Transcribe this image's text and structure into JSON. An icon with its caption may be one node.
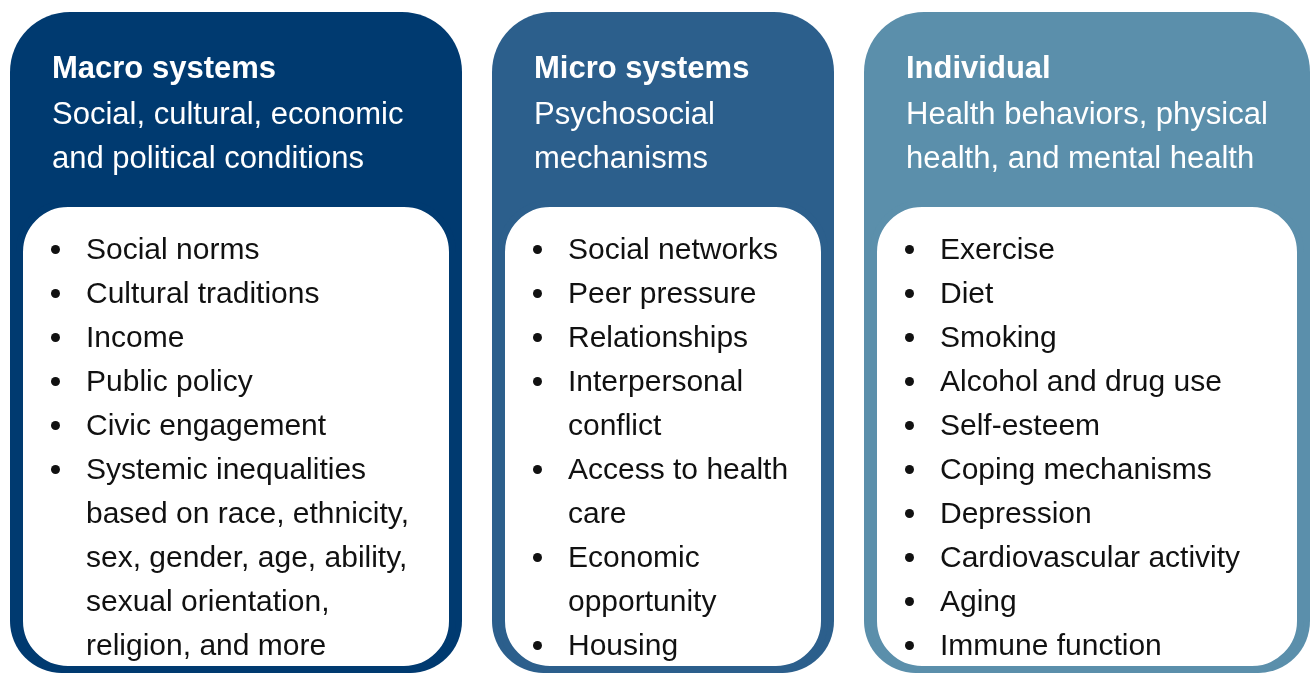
{
  "diagram": {
    "nodes": [
      {
        "text": [
          "Macro systems",
          "Social, cultural, economic and political conditions"
        ]
      },
      {
        "text": [
          "Social norms",
          "Cultural traditions",
          "Income",
          "Public policy",
          "Civic engagement",
          "Systemic inequalities based on race, ethnicity, sex, gender, age, ability, sexual orientation, religion, and more"
        ],
        "in": 0
      },
      {
        "text": [
          "Micro systems",
          "Psychosocial mechanisms"
        ]
      },
      {
        "text": [
          "Social networks",
          "Peer pressure",
          "Relationships",
          "Interpersonal conflict",
          "Access to health care",
          "Economic opportunity",
          "Housing"
        ],
        "in": 2
      },
      {
        "text": [
          "Individual",
          "Health behaviors, physical health, and mental health"
        ]
      },
      {
        "text": [
          "Exercise",
          "Diet",
          "Smoking",
          "Alcohol and drug use",
          "Self-esteem",
          "Coping mechanisms",
          "Depression",
          "Cardiovascular activity",
          "Aging",
          "Immune function"
        ],
        "in": 4
      }
    ]
  }
}
